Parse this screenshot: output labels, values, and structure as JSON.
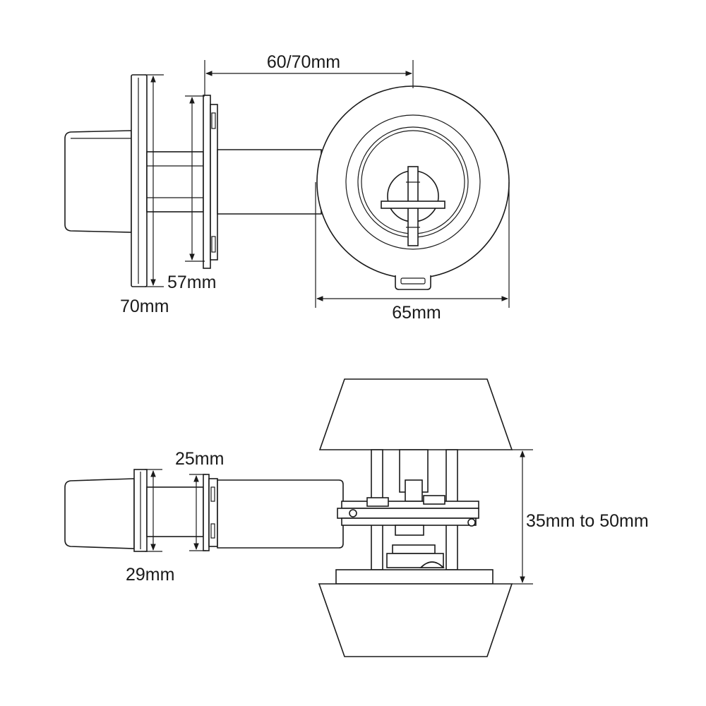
{
  "colors": {
    "line": "#1a1a1a",
    "background": "#ffffff"
  },
  "top_view": {
    "backset_label": "60/70mm",
    "rose_outer_label": "70mm",
    "rose_inner_label": "57mm",
    "cylinder_diameter_label": "65mm"
  },
  "side_view": {
    "spindle_inner_label": "25mm",
    "spindle_outer_label": "29mm",
    "door_thickness_label": "35mm to 50mm"
  }
}
